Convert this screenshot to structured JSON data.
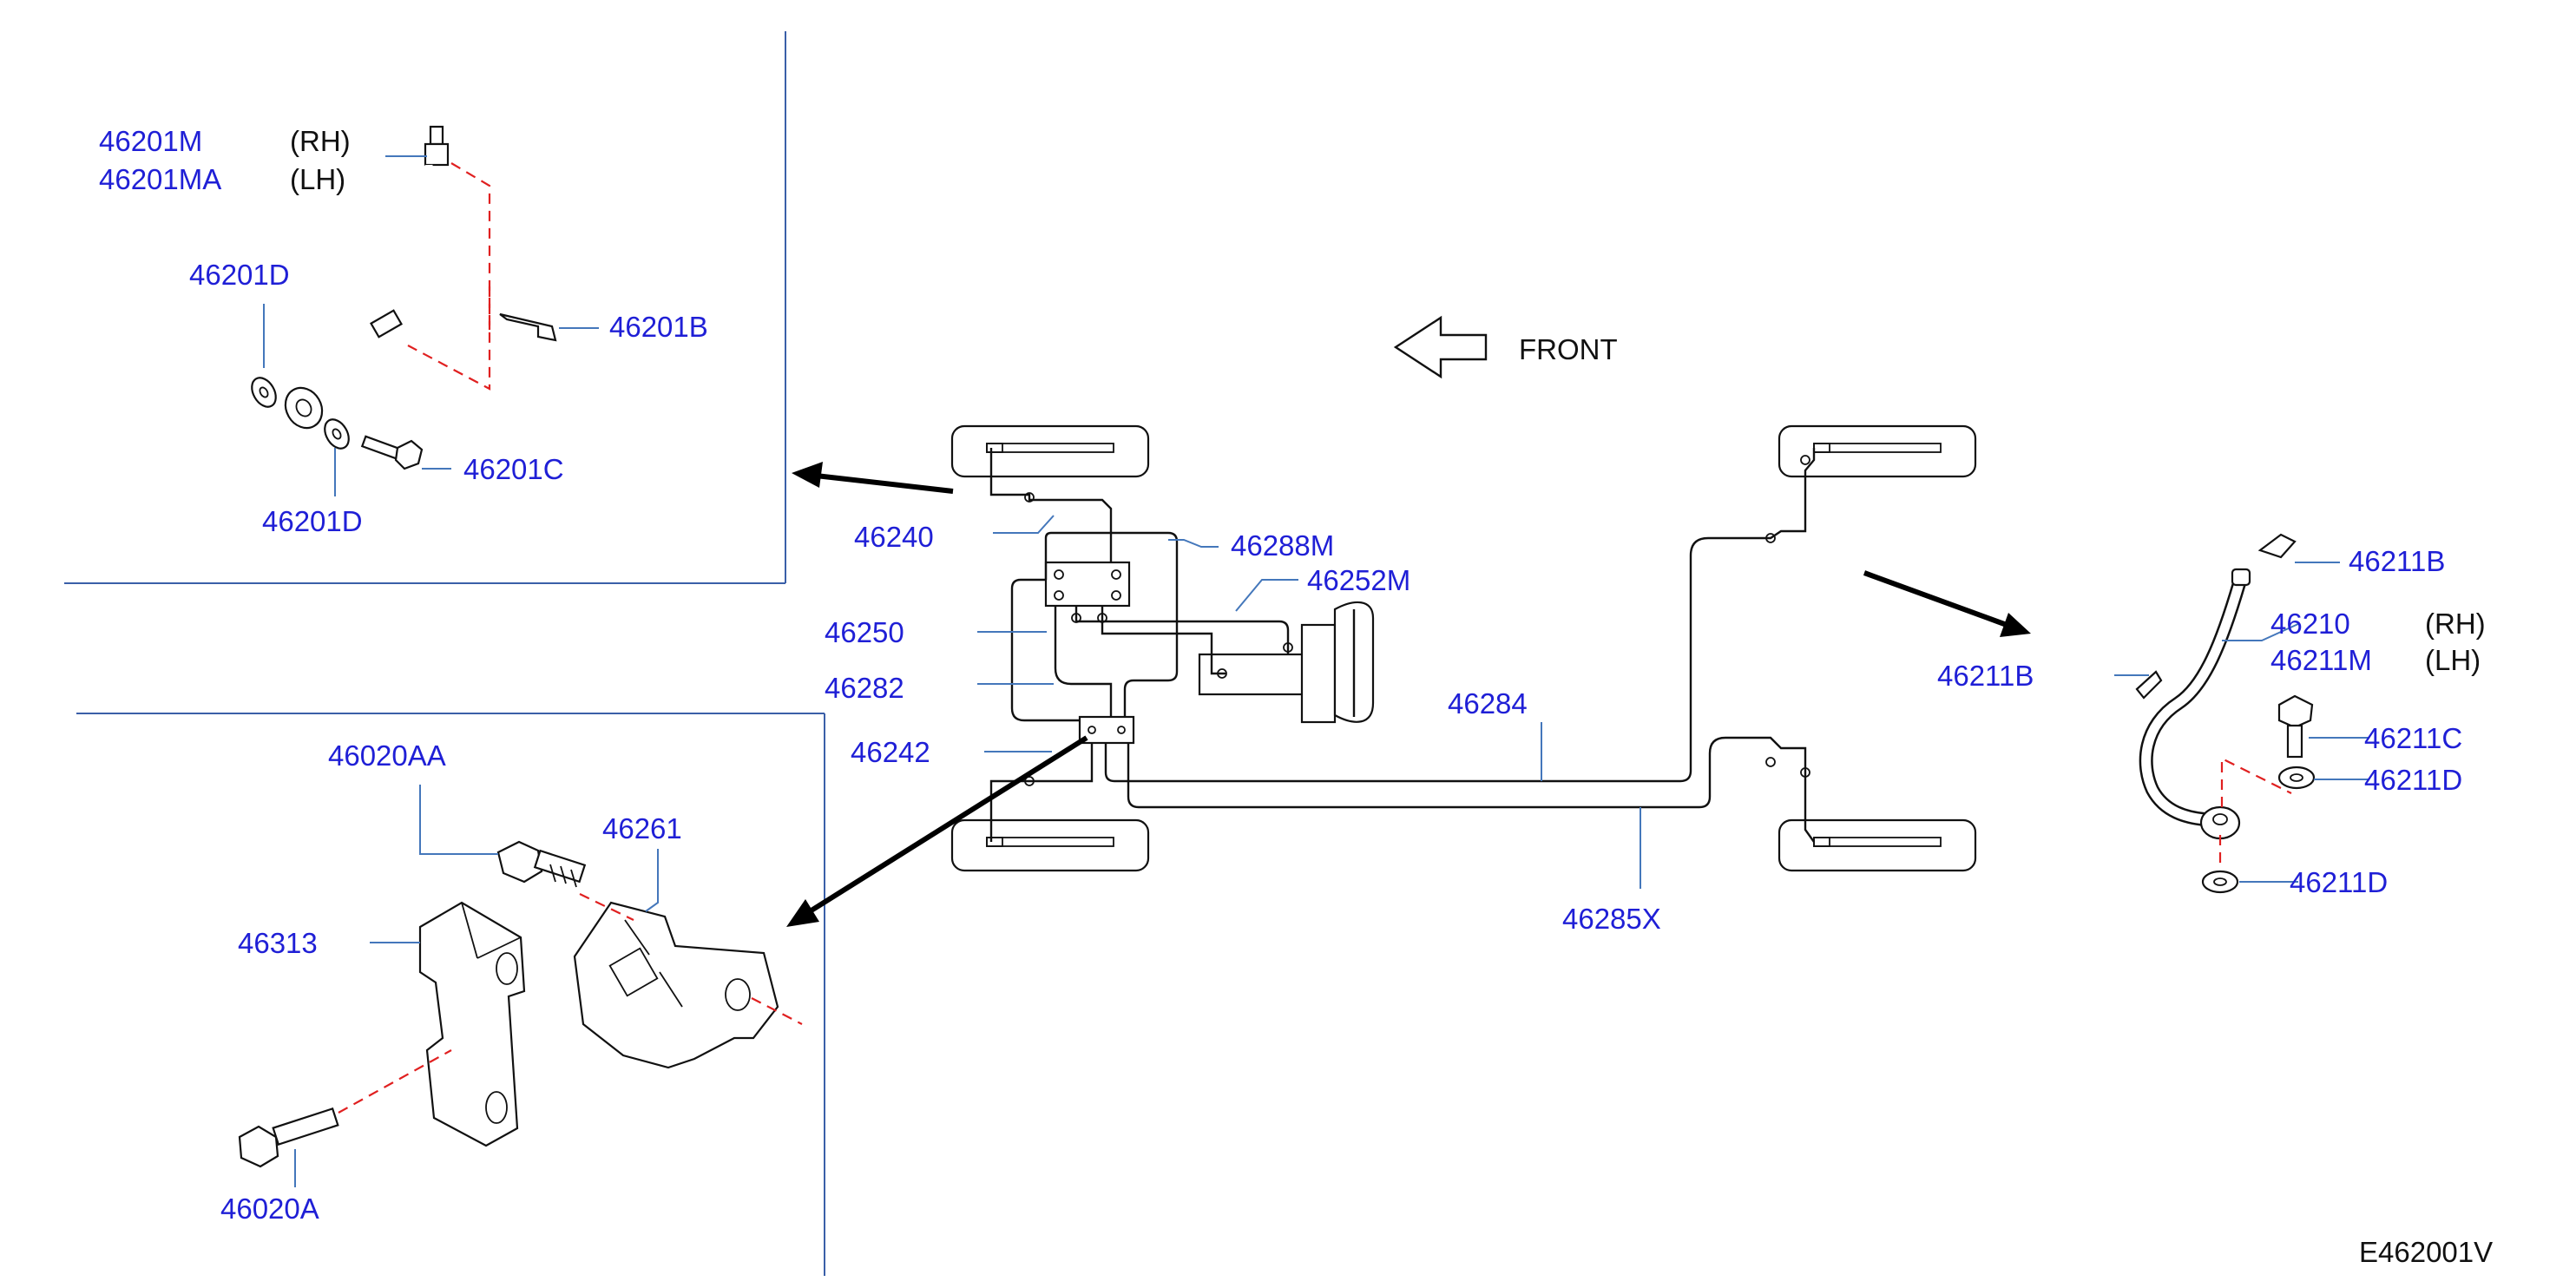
{
  "front_label": "FRONT",
  "drawing_code": "E462001V",
  "labels": {
    "p46201M": "46201M",
    "p46201MA": "46201MA",
    "rh1": "(RH)",
    "lh1": "(LH)",
    "p46201D_top": "46201D",
    "p46201B": "46201B",
    "p46201C": "46201C",
    "p46201D_bot": "46201D",
    "p46240": "46240",
    "p46288M": "46288M",
    "p46252M": "46252M",
    "p46250": "46250",
    "p46282": "46282",
    "p46242": "46242",
    "p46284": "46284",
    "p46285X": "46285X",
    "p46020AA": "46020AA",
    "p46261": "46261",
    "p46313": "46313",
    "p46020A": "46020A",
    "p46211B_top": "46211B",
    "p46210": "46210",
    "rh2": "(RH)",
    "p46211M": "46211M",
    "lh2": "(LH)",
    "p46211B_left": "46211B",
    "p46211C": "46211C",
    "p46211D_a": "46211D",
    "p46211D_b": "46211D"
  }
}
